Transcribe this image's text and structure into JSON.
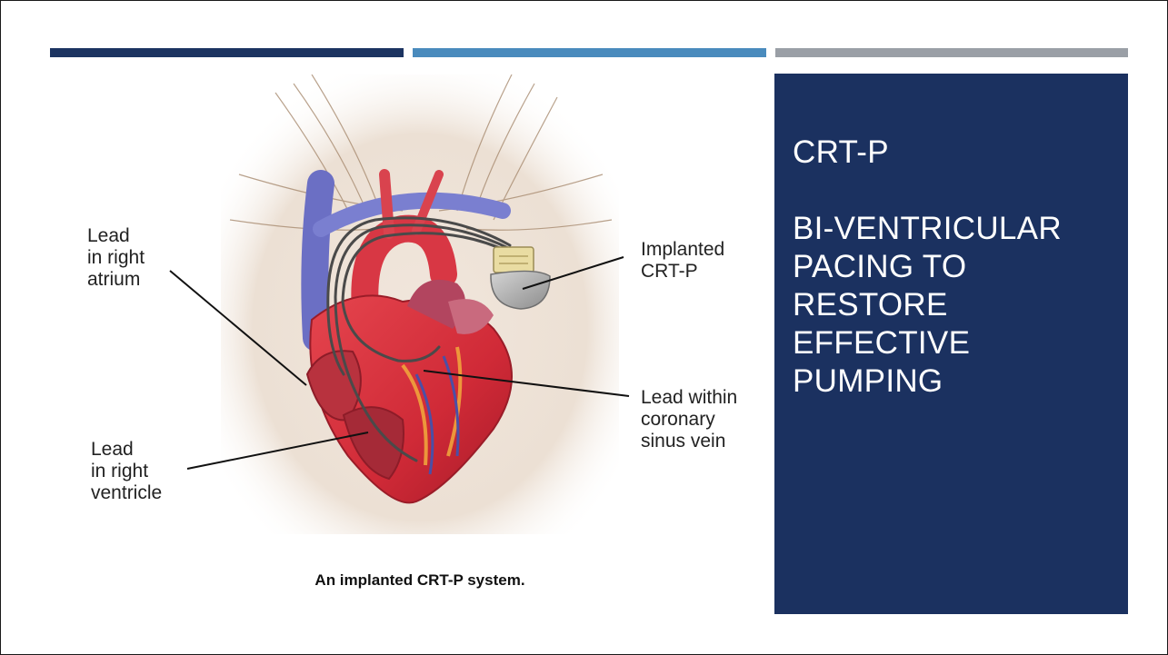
{
  "colors": {
    "bar_dark_navy": "#1c3461",
    "bar_light_blue": "#4a8bbd",
    "bar_gray": "#9a9fa6",
    "panel_background": "#1b3160",
    "panel_text": "#ffffff"
  },
  "title_panel": {
    "heading": "CRT-P",
    "body_lines": [
      "BI-VENTRICULAR",
      "PACING TO",
      "RESTORE",
      "EFFECTIVE",
      "PUMPING"
    ]
  },
  "figure": {
    "labels": {
      "lead_right_atrium": "Lead\nin right\natrium",
      "lead_right_ventricle": "Lead\nin right\nventricle",
      "implanted_device": "Implanted\nCRT-P",
      "lead_coronary_sinus": "Lead within\ncoronary\nsinus vein"
    },
    "caption": "An implanted CRT-P system."
  }
}
